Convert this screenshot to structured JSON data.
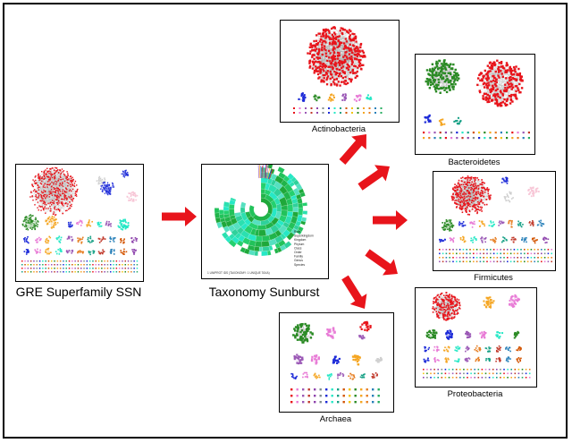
{
  "labels": {
    "ssn": "GRE Superfamily SSN",
    "sunburst": "Taxonomy Sunburst",
    "actinobacteria": "Actinobacteria",
    "bacteroidetes": "Bacteroidetes",
    "firmicutes": "Firmicutes",
    "archaea": "Archaea",
    "proteobacteria": "Proteobacteria"
  },
  "sunburst_legend": [
    "Root",
    "Superkingdom",
    "Kingdom",
    "Phylum",
    "Class",
    "Order",
    "Family",
    "Genus",
    "Species"
  ],
  "sunburst_footer": "1 UNIPROT IDS (TAXONOMY: 1 UNIQUE TAXA)",
  "colors": {
    "arrow": "#e8141b",
    "node_red": "#e8141b",
    "node_green": "#2a8a24",
    "sunburst_teal": "#26e8c6",
    "sunburst_green": "#1fa83a"
  }
}
